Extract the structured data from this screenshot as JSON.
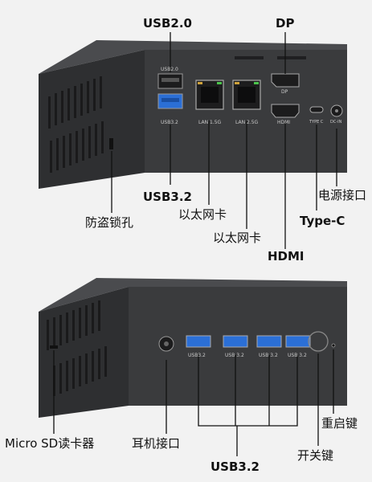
{
  "top": {
    "panel_labels": {
      "usb20": "USB2.0",
      "usb32": "USB3.2",
      "lan1": "LAN 1.5G",
      "lan2": "LAN 2.5G",
      "dp": "DP",
      "hdmi": "HDMI",
      "typec": "TYPE C",
      "dc": "DC-IN"
    },
    "callouts": {
      "usb20": "USB2.0",
      "dp": "DP",
      "usb32": "USB3.2",
      "lan_a": "以太网卡",
      "lan_b": "以太网卡",
      "antitheft": "防盗锁孔",
      "typec": "Type-C",
      "power": "电源接口",
      "hdmi": "HDMI"
    }
  },
  "bottom": {
    "panel_labels": {
      "port1": "USB3.2",
      "port2": "USB 3.2",
      "port3": "USB 3.2",
      "port4": "USB 3.2"
    },
    "callouts": {
      "microsd": "Micro SD读卡器",
      "earphone": "耳机接口",
      "usb32": "USB3.2",
      "power_btn": "开关键",
      "reset": "重启键"
    }
  },
  "colors": {
    "case": "#3a3b3d",
    "case_dark": "#2a2b2d",
    "usb_blue": "#2b6fd6",
    "background": "#f2f2f2"
  }
}
